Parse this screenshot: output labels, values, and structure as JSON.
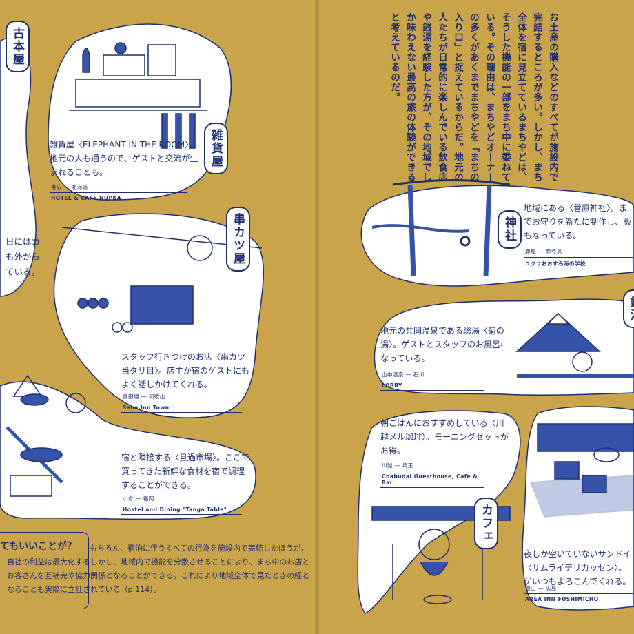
{
  "colors": {
    "paper": "#c9a44a",
    "ink": "#1f2f6e",
    "blob": "#ffffff"
  },
  "left": {
    "labels": {
      "furuhonya": "古本屋",
      "zakkaya": "雑貨屋",
      "kushikatsuya": "串カツ屋"
    },
    "partial_text": [
      "日にはカ",
      "も外から",
      "ている。"
    ],
    "spots": [
      {
        "caption": "雑貨屋〈ELEPHANT IN THE ROOM〉。地元の人も通うので、ゲストと交流が生まれることも。",
        "place": "帯広 ― 北海道",
        "name": "HOTEL & CAFE NUPKA"
      },
      {
        "caption": "スタッフ行きつけのお店〈串カツ当タリ目〉。店主が宿のゲストにもよく話しかけてくれる。",
        "place": "真田堀 ― 和歌山",
        "name": "Sana Inn Town"
      },
      {
        "caption": "宿と隣接する〈旦過市場〉。ここで買ってきた新鮮な食材を宿で調理することができる。",
        "place": "小倉 ― 福岡",
        "name": "Hostel and Dining \"Tanga Table\""
      }
    ],
    "question": {
      "title": "てもいいことが？",
      "body": "もちろん、宿泊に伴うすべての行為を施設内で完結したほうが、自社の利益は最大化するしかし、地域内で機能を分散させることにより、まち中のお店とお客さんを互補完や協力関係となることができる。これにより地域全体で見たときの経となることも実際に立証されている（p.114）。"
    }
  },
  "right": {
    "vertical_text": "お土産の購入などのすべてが施設内で完結するところが多い。しかし、まち全体を宿に見立てているまちやどは、そうした機能の一部をまち中に委ねている。その理由は、まちやどオーナーの多くがあくまでまちやどを「まちの入り口」と捉えているからだ。地元の人たちが日常的に楽しんでいる飲食店や銭湯を経験した方が、その地域でしか味わえない最高の旅の体験ができると考えているのだ。",
    "labels": {
      "jinja": "神社",
      "sento": "銭湯",
      "cafe": "カフェ"
    },
    "spots": [
      {
        "caption": "地域にある〈菅原神社〉。までお守りを新たに制作し、販もなっている。",
        "place": "鹿屋 ― 鹿児島",
        "name": "ユクサおおすみ海の学校"
      },
      {
        "caption": "地元の共同温泉である総湯〈菊の湯〉。ゲストとスタッフのお風呂になっている。",
        "place": "山中温泉 ― 石川",
        "name": "LOBBY"
      },
      {
        "caption": "朝ごはんにおすすめしている〈川越メル珈琲〉。モーニングセットがお得。",
        "place": "川越 ― 埼玉",
        "name": "Chabudai Guesthouse, Cafe & Bar"
      },
      {
        "caption": "夜しか空いていないサンドイ〈サムライデリカッセン〉。ゲいつもよろこんでくれる。",
        "place": "福山 ― 広島",
        "name": "AREA INN FUSHIMICHO"
      }
    ]
  }
}
